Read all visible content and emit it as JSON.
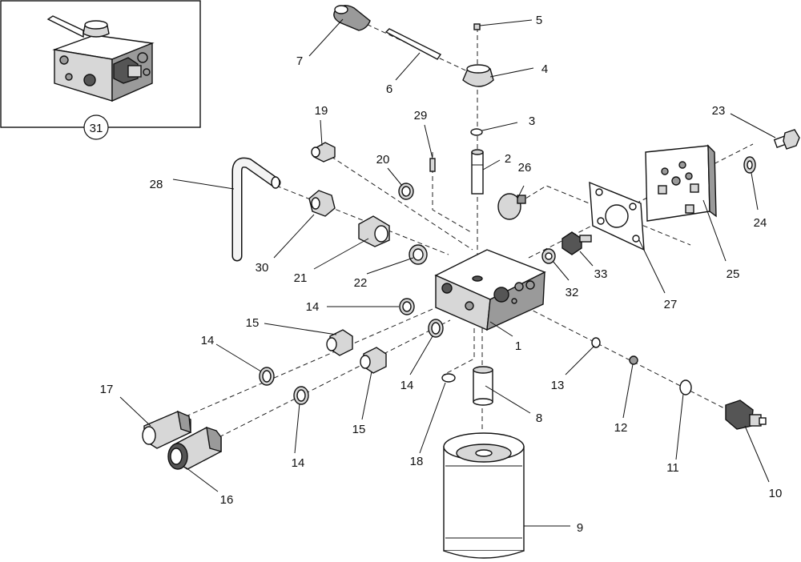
{
  "diagram": {
    "callouts": {
      "c1": "1",
      "c2": "2",
      "c3": "3",
      "c4": "4",
      "c5": "5",
      "c6": "6",
      "c7": "7",
      "c8": "8",
      "c9": "9",
      "c10": "10",
      "c11": "11",
      "c12": "12",
      "c13": "13",
      "c14a": "14",
      "c14b": "14",
      "c14c": "14",
      "c14d": "14",
      "c15a": "15",
      "c15b": "15",
      "c16": "16",
      "c17": "17",
      "c18": "18",
      "c19": "19",
      "c20": "20",
      "c21": "21",
      "c22": "22",
      "c23": "23",
      "c24": "24",
      "c25": "25",
      "c26": "26",
      "c27": "27",
      "c28": "28",
      "c29": "29",
      "c30": "30",
      "c31": "31",
      "c32": "32",
      "c33": "33"
    }
  }
}
